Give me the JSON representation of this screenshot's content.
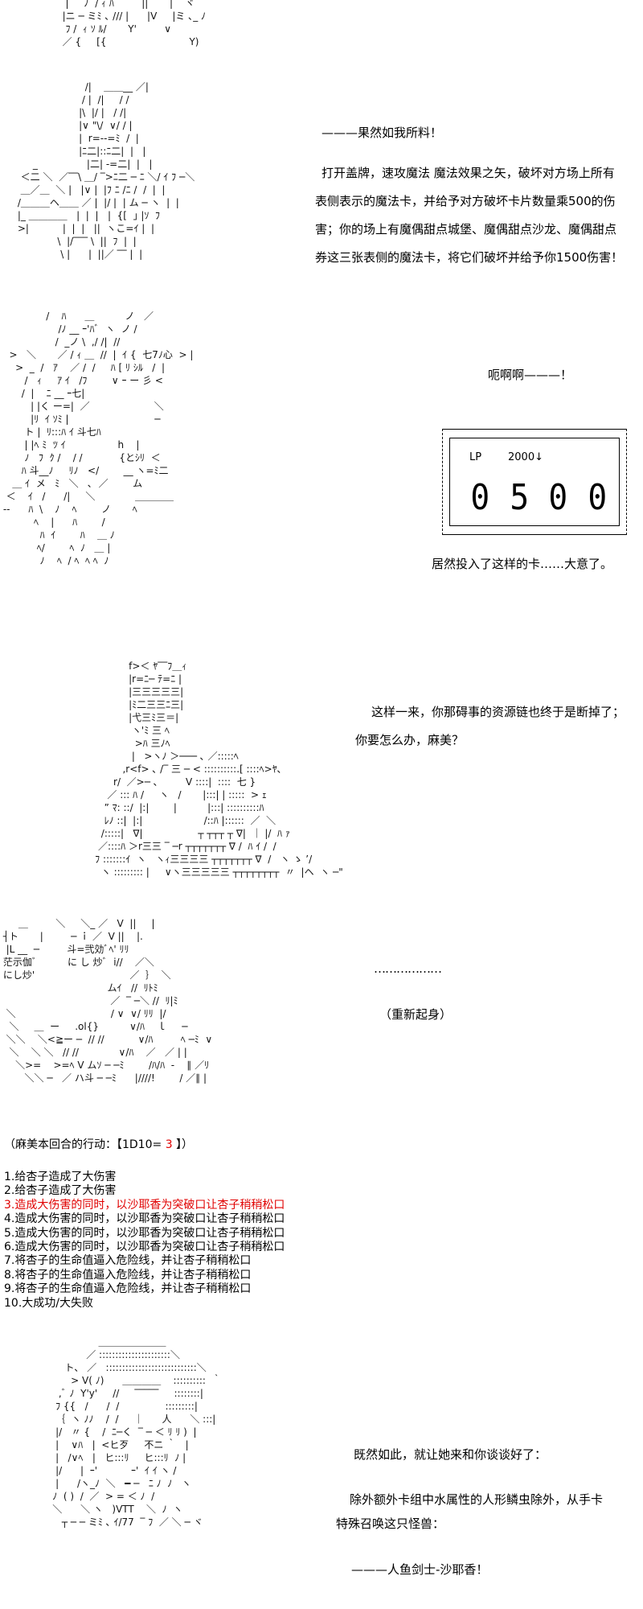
{
  "art": {
    "a1": "   |     ﾉ  / ｨ ﾊ         ||       |    ヾ\n  |ニ ─ ミﾐ ､ /// |      |V     |ミ ､_ ﾉ\n   ﾌ /  ｨ ｿ ﾙ/       Y'         ∨\n  ／ {     [{                           Y)",
    "a2": "                       /|    ＿＿__ ／|\n                      / |  /|     / /\n                     |\\  |/ |   / /|\n                     |∨ \"\\/  ∨/ / |\n                     |  r=--=ﾐ  /  |\n                     |ﾆ二|::ﾆ二|  |   |\n      _                |二| -=二|  |   |\n  ＜二 ＼  ／‾‾\\ ＿/ ‾>ﾆ二 ─ ﾆ ＼/ ｲ ﾌ ─＼\n  ＿／＿  ＼ |   |∨ |  |ﾌ ﾆ /ﾆ /  /  |  |\n /＿＿＿ヘ＿＿ ／ |  |/ |  | ム ─ ヽ  |  |\n |_ ＿＿＿＿   |  |  |   |  {[  ｣ |ｿ  ﾌ\n >|           |  |  |   ||  ヽこ=ｲ |  |\n              \\  |/‾‾‾ \\  ||  ﾌ  |  |\n               \\ |      |  ||／ ‾‾ |  |",
    "a3": "               /    ﾊ      ＿          ノ   ／\n                   /ﾉ __ ｰ'ﾊﾞ  ヽ  ノ /\n                  /  _ノ \\  ,/ /|  //\n   >   ＼       ／ / ｨ ＿  //  |  ｲ {  七7ﾉ心  > |\n     >  _  /   ｱ    ／ /  /     ﾊ [ ﾘ ｼﾙ   /  |\n        /   ｨ     ｱ ｲ   /ﾌ        ∨ ｰ ー 彡 <\n       /  |    ﾆ __ ｰ七|\n          | |く ー=|  ／                     ＼\n          |ﾘ  ｲ ｿﾐ |                            ─\n        ト |  ﾘ:::ﾊ ｲ 斗七ﾊ\n        | |ﾍ ﾐ  ﾂ ｲ                 h    |\n        ﾉ   ﾌ  ｸ /    / /            {とｼﾘ  ＜\n       ﾊ 斗__ﾉ     ﾘﾉ   </        __ ヽ=ﾐ二\n    ＿ ｲ  メ   ﾐ   ＼   ､  ／        ム\n  ＜    ｲ   /      /|     ＼             ＿＿＿＿\n --      ﾊ  \\    ﾉ    ﾍ        ノ       ﾍ\n           ﾍ    |      ﾊ        /\n             ﾊ  ｲ        ﾊ    ＿ ﾉ\n            ﾍ/        ﾍ  ﾉ   ＿ |\n             ﾉ    ﾍ  / ﾍ  ﾍ ﾍ  ﾉ",
    "a4": "                     f>＜ ﾔ‾‾ﾌ＿ｨ\n                     |r=ﾆ─ ﾃ=ﾆ |\n                     |三三三三三|\n                     |ﾐ二三三ﾆ三|\n                     |弋三ﾐ三＝|\n                      ヽ'ﾐ 三 ﾍ\n                       >ﾊ 三ﾉﾍ\n                      |   >ヽﾉ ＞─── ､ ／:::::ﾍ\n                   ,r<f> ､ /‾ 三 ─ < ::::::::::.[ ::::ﾍ>ﾔ､\n                r/  ／>─ ､         V ::::|  ::::  七 }\n              ／ ::: ﾊ /     ヽ   /       |:::| | :::::  > ｪ\n             ” ﾏ: ::/  |:|        |          |:::| ::::::::::ﾊ\n             ﾚﾉ ::|  |:|                    /::ﾊ |::::::  ／  ＼\n            /:::::|   ∇|                  ┬ ┬┬┬ ┬ ∇|  ｜ |/  ﾊ ｧ\n           ／::::ﾊ ＞r三三 ‾ ─r ┬┬┬┬┬┬┬ ∇ /  ﾊ ｲ /  /\n          ﾌ :::::::ｲ  ヽ   ヽｨ三三三三 ┬┬┬┬┬┬┬ ∇  /   ヽ ゝ ’/\n            ヽ ::::::::: |     ∨ヽ三三三三三 ┬┬┬┬┬┬┬┬  〃  |ヘ  ヽ ─\"",
    "a5": "      ＿         ＼     ＼_ ／   V  ||     |\n ┤ト       |         ─ ｉ ／  V ||    |.\n  |L __  ─         斗=弐効ﾞﾍ' ﾘﾘ\n 茫示伽ﾞ          に し 炒ﾞ  i//    ／＼\n にし炒'                               ／  ｝  ＼\n                                   ムｲ   //  ﾘﾄﾐ\n                                    ／  ‾ ─＼ //  ﾘ|ﾐ\n  ＼                               / ∨  ∨/ ﾘﾘ  |/\n   ＼     ＿  ー     .ol{}          ∨/ﾊ    ｌ     ─\n  ＼＼    ＼<≧ー ─  // //           ∨/ﾊ         ﾍ ─ﾐ  ∨\n   ＼    ＼ ＼   // //             ∨/ﾊ    ／   ／ | |\n     ＼>=    >=ﾍ V ムｿ ─ ─ﾐ        /ﾊ/ﾊ  -    ∥ ／ﾘ\n        ＼＼ ─   ／ ハ斗 ─ ─ﾐ      |////!        / ／∥ |",
    "a6": "                   ＿＿＿＿＿＿＿\n               ／ ::::::::::::::::::::::＼\n        ト、 ／   ::::::::::::::::::::::::::::＼\n          > V( ﾉ)      ＿＿＿＿    ::::::::::  ｀\n      ,ﾞ ﾉ  Y'y'     //     ‾‾‾‾‾     ::::::::|\n     ﾌ {{   /      /  /               :::::::::|\n     ｛  ヽ ﾉﾉ    /  /     ｜      人      ＼ :::|\n     |/   〃 {    /  ﾆ─く  ‾ ─ ＜ ﾘ ﾘ )  |\n     |    ∨ﾊ   |  <ヒ歹     不ニ ｀   |\n     |   /∨ﾍ   |   ヒ:::ﾘ     ヒ:::ﾘ  ﾉ |\n     |/      |  ｰ'           ｰ'  ｲ ｲ ヽ /\n     |      /ヽ_ﾉ  ＼   ━ ─   ﾆ ﾉ  ﾉ   ヽ\n    ﾉ  ( )  /  ／  > = ＜ ﾉ  /\n    ＼      ＼ ヽ   )VTT    ＼  ﾉ  ヽ\n       ┬ ─ ─ ミﾐ ､ ｲ/77  ‾ ﾌ  ／ ＼ ─ ヾ"
  },
  "dialogue": {
    "line1": "———果然如我所料！",
    "para1": [
      "打开盖牌，速攻魔法 魔法效果之矢，破坏对方场上所有",
      "表侧表示的魔法卡，并给予对方破坏卡片数量乘500的伤",
      "害；你的场上有魔偶甜点城堡、魔偶甜点沙龙、魔偶甜点",
      "券这三张表侧的魔法卡，将它们破坏并给予你1500伤害！"
    ],
    "scream": "呃啊啊———！",
    "regret": "居然投入了这样的卡……大意了。",
    "line_chain": "这样一来，你那碍事的资源链也终于是断掉了；",
    "line_question": "你要怎么办，麻美？",
    "ellipsis": "………………",
    "stand_up": "（重新起身）",
    "bottom1": "既然如此，就让她来和你谈谈好了：",
    "bottom2": "除外额外卡组中水属性的人形鳞虫除外，从手卡",
    "bottom3": "特殊召唤这只怪兽：",
    "bottom4": "———人鱼剑士-沙耶香！"
  },
  "lp": {
    "label": "LP",
    "previous": "2000↓",
    "digits": [
      "0",
      "5",
      "0",
      "0"
    ]
  },
  "roll": {
    "prefix": "（麻美本回合的行动：【1D10= ",
    "result": "3",
    "suffix": " 】）",
    "result_color": "#e00000",
    "options": [
      "1.给杏子造成了大伤害",
      "2.给杏子造成了大伤害",
      "3.造成大伤害的同时，以沙耶香为突破口让杏子稍稍松口",
      "4.造成大伤害的同时，以沙耶香为突破口让杏子稍稍松口",
      "5.造成大伤害的同时，以沙耶香为突破口让杏子稍稍松口",
      "6.造成大伤害的同时，以沙耶香为突破口让杏子稍稍松口",
      "7.将杏子的生命值逼入危险线，并让杏子稍稍松口",
      "8.将杏子的生命值逼入危险线，并让杏子稍稍松口",
      "9.将杏子的生命值逼入危险线，并让杏子稍稍松口",
      "10.大成功/大失败"
    ]
  }
}
